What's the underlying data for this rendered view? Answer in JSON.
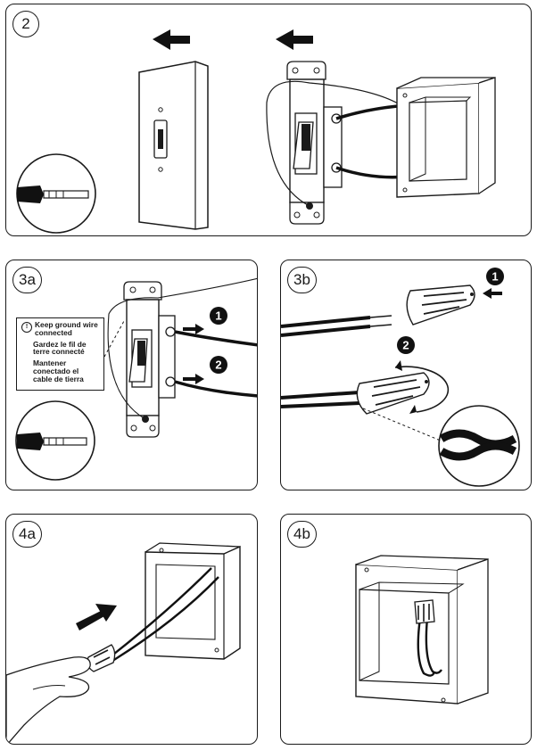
{
  "panels": [
    {
      "step": "2"
    },
    {
      "step": "3a"
    },
    {
      "step": "3b"
    },
    {
      "step": "4a"
    },
    {
      "step": "4b"
    }
  ],
  "callout": {
    "en": "Keep ground wire connected",
    "fr": "Gardez le fil de terre connecté",
    "es": "Mantener conectado el cable de tierra"
  },
  "markers": {
    "one": "1",
    "two": "2"
  }
}
